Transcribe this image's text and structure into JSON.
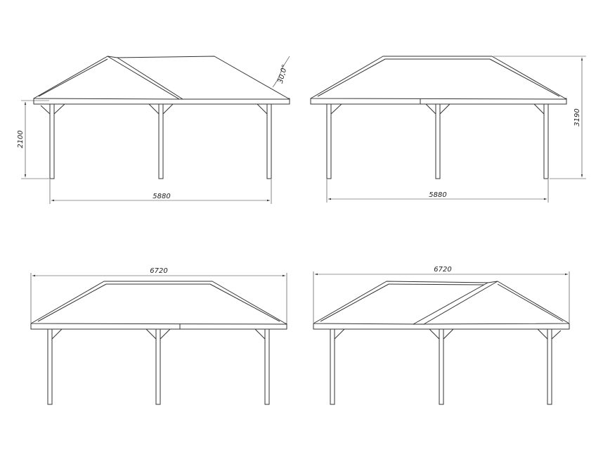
{
  "views": [
    {
      "id": "side-view-left",
      "dimensions": {
        "length": "5880",
        "height": "2100",
        "angle": "30,0°"
      }
    },
    {
      "id": "side-view-right",
      "dimensions": {
        "length": "5880",
        "height": "3190"
      }
    },
    {
      "id": "front-view-left",
      "dimensions": {
        "length": "6720"
      }
    },
    {
      "id": "front-view-right",
      "dimensions": {
        "length": "6720"
      }
    }
  ]
}
